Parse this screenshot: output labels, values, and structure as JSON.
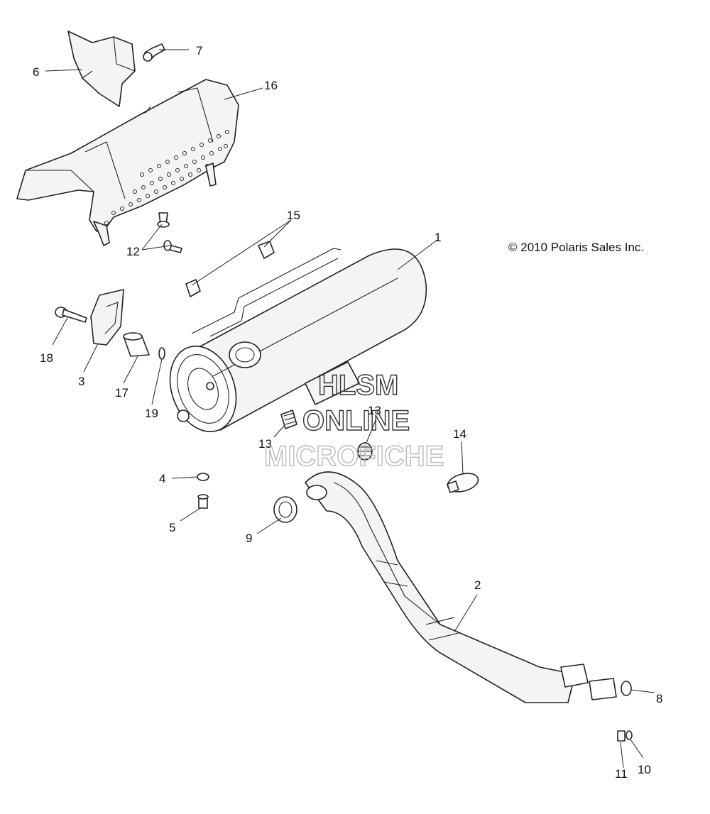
{
  "copyright": "© 2010 Polaris Sales Inc.",
  "watermark": {
    "line1": "HLSM",
    "line2": "ONLINE",
    "line3": "MICROFICHE"
  },
  "callouts": {
    "c1": "1",
    "c2": "2",
    "c3": "3",
    "c4": "4",
    "c5": "5",
    "c6": "6",
    "c7": "7",
    "c8": "8",
    "c9": "9",
    "c10": "10",
    "c11": "11",
    "c12": "12",
    "c13a": "13",
    "c13b": "13",
    "c14": "14",
    "c15": "15",
    "c16": "16",
    "c17": "17",
    "c18": "18",
    "c19": "19"
  }
}
